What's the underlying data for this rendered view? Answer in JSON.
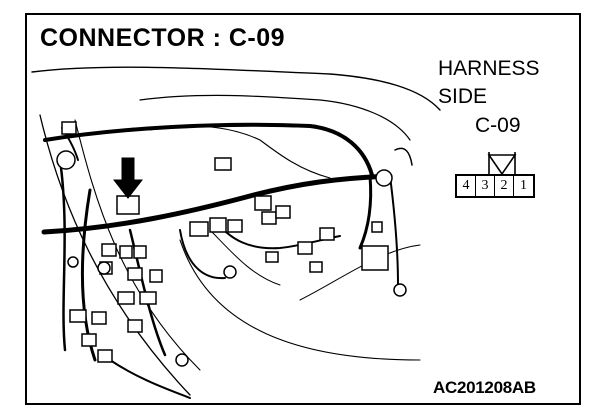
{
  "title": "CONNECTOR : C-09",
  "harness_label": {
    "line1": "HARNESS",
    "line2": "SIDE",
    "connector": "C-09"
  },
  "pins": [
    "4",
    "3",
    "2",
    "1"
  ],
  "figure_code": "AC201208AB",
  "colors": {
    "ink": "#000000",
    "paper": "#ffffff"
  }
}
